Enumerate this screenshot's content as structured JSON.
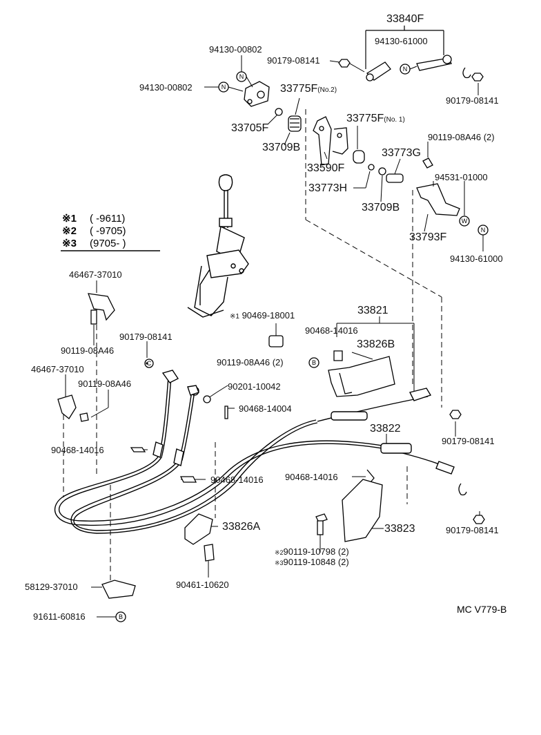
{
  "legend": {
    "rows": [
      {
        "key": "※1",
        "value": "(        -9611)"
      },
      {
        "key": "※2",
        "value": "(        -9705)"
      },
      {
        "key": "※3",
        "value": "(9705-        )"
      }
    ]
  },
  "labels": {
    "p33840F": "33840F",
    "p94130_61000_top": "94130-61000",
    "p94130_00802_top": "94130-00802",
    "p90179_08141_a": "90179-08141",
    "p94130_00802_left": "94130-00802",
    "p33775F_no2": "33775F",
    "p33775F_no2_suffix": "(No.2)",
    "p90179_08141_b": "90179-08141",
    "p33705F": "33705F",
    "p33709B_a": "33709B",
    "p33775F_no1": "33775F",
    "p33775F_no1_suffix": "(No. 1)",
    "p90119_08A46_2_top": "90119-08A46 (2)",
    "p33590F": "33590F",
    "p33773G": "33773G",
    "p94531_01000": "94531-01000",
    "p33773H": "33773H",
    "p33709B_b": "33709B",
    "p33793F": "33793F",
    "p94130_61000_right": "94130-61000",
    "p46467_37010_a": "46467-37010",
    "p90469_18001": "90469-18001",
    "p90469_18001_prefix": "※1",
    "p33821": "33821",
    "p90468_14016_a": "90468-14016",
    "p33826B": "33826B",
    "p90179_08141_c": "90179-08141",
    "p90119_08A46_a": "90119-08A46",
    "p90119_08A46_2_mid": "90119-08A46 (2)",
    "p46467_37010_b": "46467-37010",
    "p90119_08A46_b": "90119-08A46",
    "p90201_10042": "90201-10042",
    "p90468_14004": "90468-14004",
    "p90179_08141_d": "90179-08141",
    "p33822": "33822",
    "p90468_14016_b": "90468-14016",
    "p90468_14016_c": "90468-14016",
    "p90468_14016_d": "90468-14016",
    "p33826A": "33826A",
    "p33823": "33823",
    "p90179_08141_e": "90179-08141",
    "p90119_10798_prefix": "※2",
    "p90119_10798": "90119-10798 (2)",
    "p90119_10848_prefix": "※3",
    "p90119_10848": "90119-10848 (2)",
    "p58129_37010": "58129-37010",
    "p90461_10620": "90461-10620",
    "p91611_60816": "91611-60816",
    "diagram_code": "MC V779-B"
  },
  "callout_letters": {
    "N": "N",
    "W": "W",
    "B": "B",
    "C": "C"
  }
}
